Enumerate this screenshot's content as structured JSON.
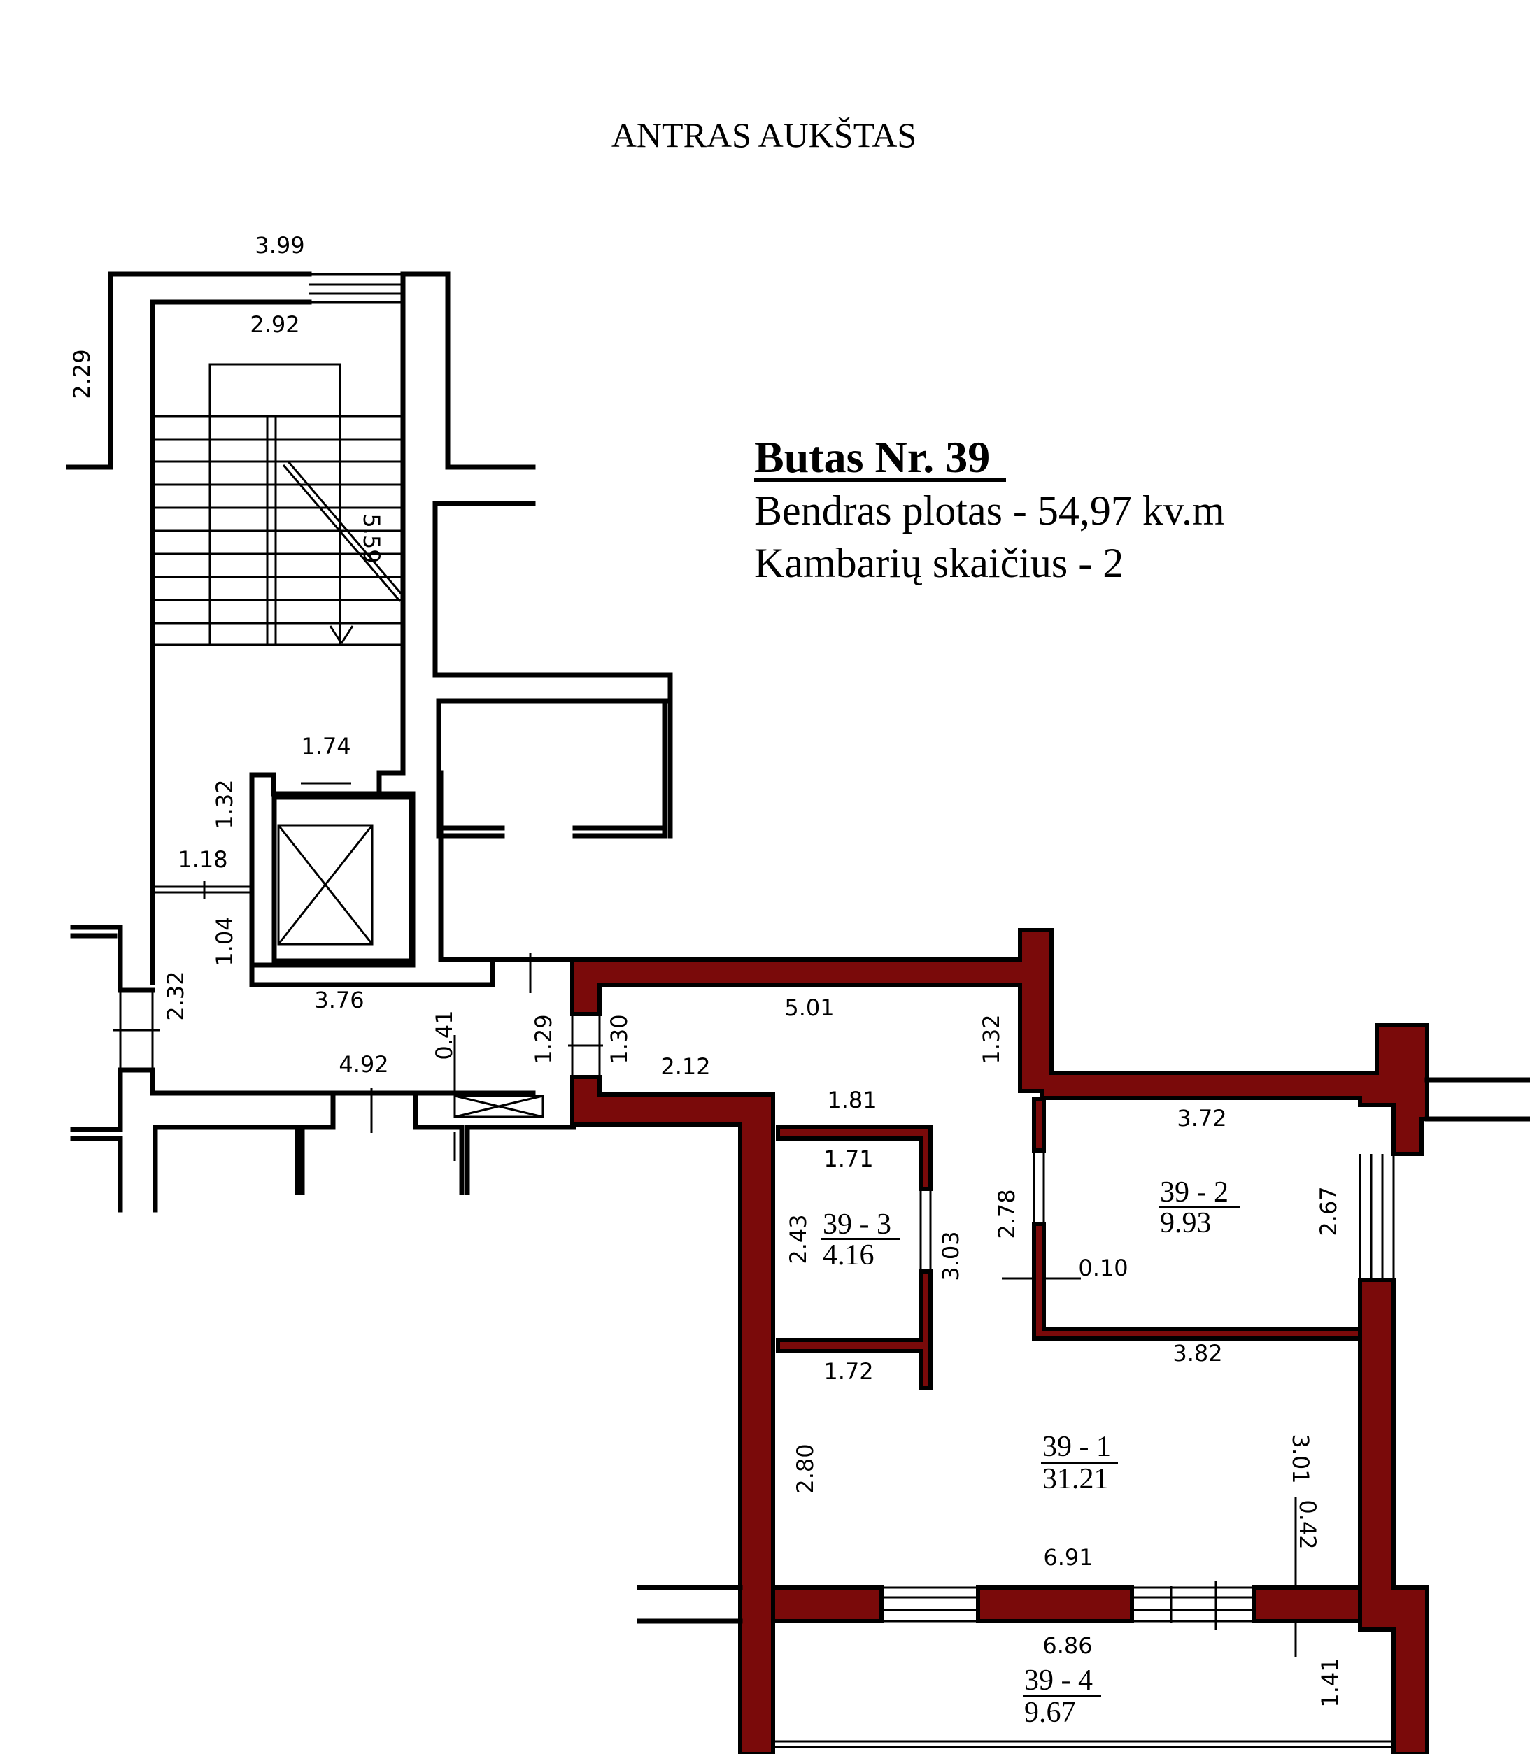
{
  "title": "ANTRAS AUKŠTAS",
  "apartment": {
    "heading": "Butas Nr. 39",
    "total_area": "Bendras plotas - 54,97 kv.m",
    "rooms_count": "Kambarių skaičius - 2"
  },
  "colors": {
    "apartment_wall": "#7a0a0a",
    "line": "#000000",
    "background": "#ffffff"
  },
  "rooms": [
    {
      "id": "39 - 1",
      "area": "31.21"
    },
    {
      "id": "39 - 2",
      "area": "9.93"
    },
    {
      "id": "39 - 3",
      "area": "4.16"
    },
    {
      "id": "39 - 4",
      "area": "9.67"
    }
  ],
  "stairwell_dims": {
    "d399": "3.99",
    "d292": "2.92",
    "d229": "2.29",
    "d559": "5.59",
    "d174": "1.74",
    "d132": "1.32",
    "d118": "1.18",
    "d104": "1.04",
    "d232": "2.32",
    "d376": "3.76",
    "d492": "4.92",
    "d041": "0.41",
    "d129": "1.29"
  },
  "apartment_dims": {
    "d130": "1.30",
    "d501": "5.01",
    "d212": "2.12",
    "d132": "1.32",
    "d181": "1.81",
    "d171": "1.71",
    "d243": "2.43",
    "d303": "3.03",
    "d172": "1.72",
    "d372": "3.72",
    "d278": "2.78",
    "d267": "2.67",
    "d010": "0.10",
    "d382": "3.82",
    "d280": "2.80",
    "d301": "3.01",
    "d042": "0.42",
    "d691": "6.91",
    "d686": "6.86",
    "d141": "1.41"
  }
}
